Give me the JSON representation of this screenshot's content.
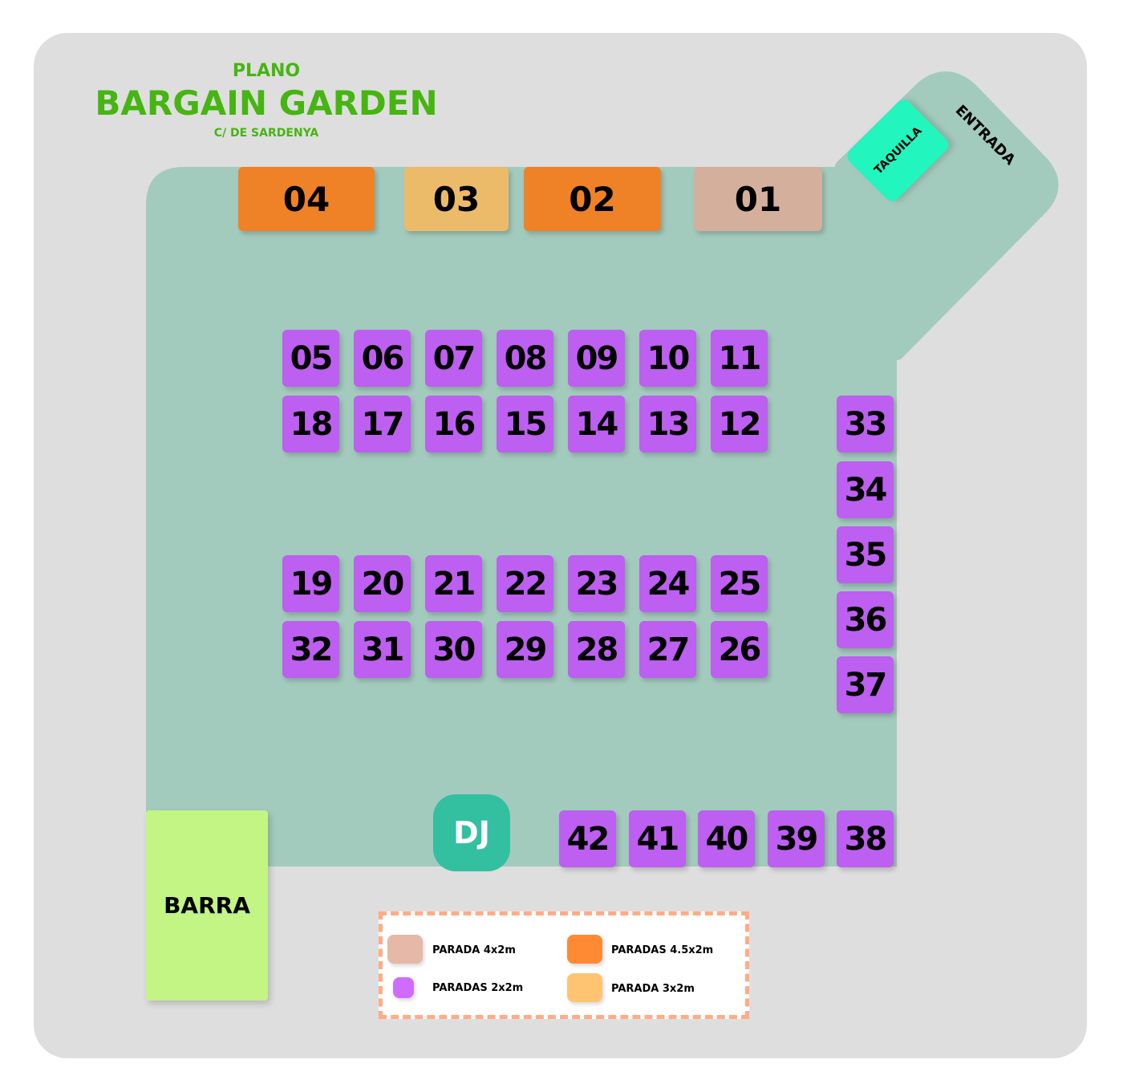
{
  "header": {
    "pre_title": "PLANO",
    "title": "BARGAIN GARDEN",
    "subtitle": "C/ DE SARDENYA"
  },
  "colors": {
    "floor": "#a3cbbd",
    "stall_2x2": "#bd5ff0",
    "stall_4_5x2": "#ef8227",
    "stall_3x2": "#ecbb6a",
    "stall_4x2": "#d4af9c",
    "barra": "#c2f584",
    "dj": "#33c0a0",
    "taquilla": "#22f5bd",
    "title": "#46b512"
  },
  "areas": {
    "taquilla": "TAQUILLA",
    "entrada": "ENTRADA",
    "dj": "DJ",
    "barra": "BARRA"
  },
  "big_stalls": [
    {
      "label": "04",
      "type": "4.5x2"
    },
    {
      "label": "03",
      "type": "3x2"
    },
    {
      "label": "02",
      "type": "4.5x2"
    },
    {
      "label": "01",
      "type": "4x2"
    }
  ],
  "small_stalls": [
    "05",
    "06",
    "07",
    "08",
    "09",
    "10",
    "11",
    "18",
    "17",
    "16",
    "15",
    "14",
    "13",
    "12",
    "19",
    "20",
    "21",
    "22",
    "23",
    "24",
    "25",
    "32",
    "31",
    "30",
    "29",
    "28",
    "27",
    "26",
    "33",
    "34",
    "35",
    "36",
    "37",
    "42",
    "41",
    "40",
    "39",
    "38"
  ],
  "legend": [
    {
      "label": "PARADA 4x2m",
      "color": "#e6b8a8"
    },
    {
      "label": "PARADAS 4.5x2m",
      "color": "#ff8a33"
    },
    {
      "label": "PARADAS 2x2m",
      "color": "#cf6cff"
    },
    {
      "label": "PARADA 3x2m",
      "color": "#ffc472"
    }
  ]
}
